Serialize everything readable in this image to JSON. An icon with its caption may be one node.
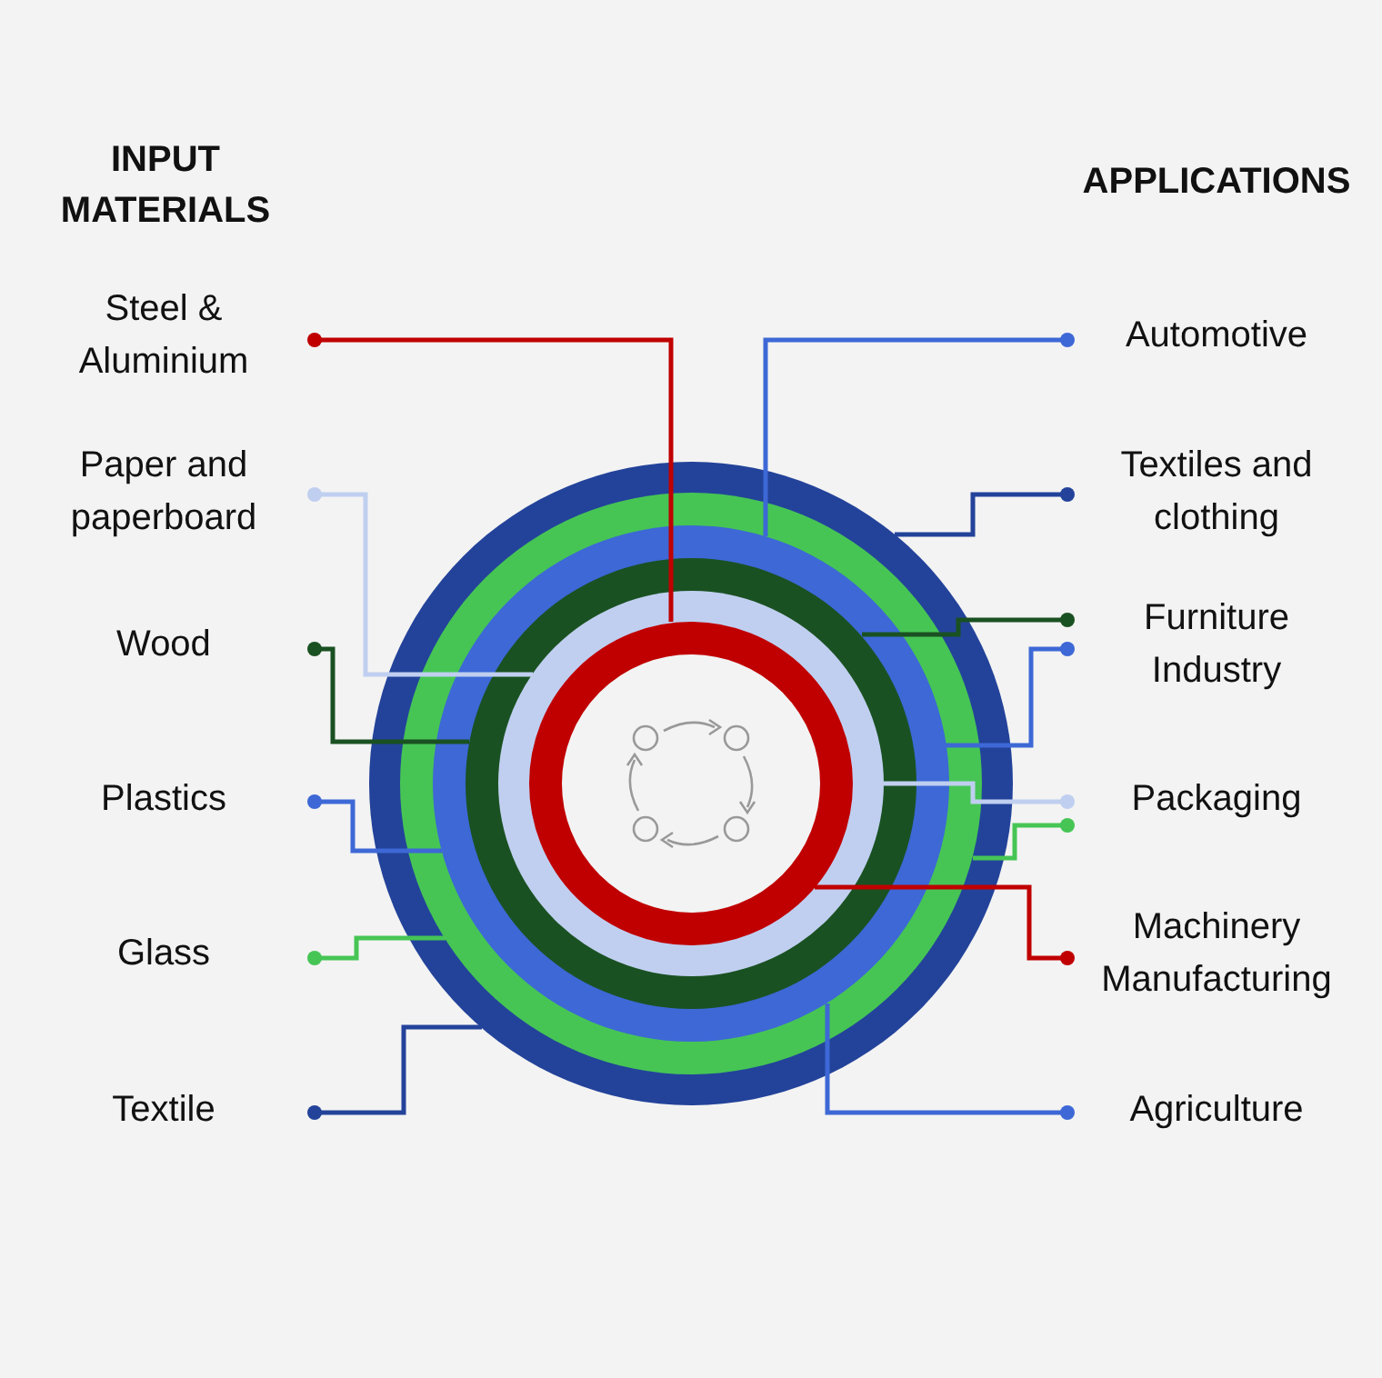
{
  "diagram": {
    "nodes": [
      {
        "text": [
          "Steel & Aluminium"
        ]
      },
      {
        "text": [
          "Paper and paperboard"
        ]
      },
      {
        "text": [
          "Wood"
        ]
      },
      {
        "text": [
          "Plastics"
        ]
      },
      {
        "text": [
          "Glass"
        ]
      },
      {
        "text": [
          "Textile"
        ]
      },
      {
        "text": [
          "Automotive"
        ]
      },
      {
        "text": [
          "Textiles and clothing"
        ]
      },
      {
        "text": [
          "Furniture Industry"
        ]
      },
      {
        "text": [
          "Packaging"
        ]
      },
      {
        "text": [
          "Machinery Manufacturing"
        ]
      },
      {
        "text": [
          "Agriculture"
        ]
      },
      {
        "text": [],
        "shape": "circle"
      },
      {
        "text": [],
        "shape": "circle",
        "in": 12
      },
      {
        "text": [],
        "shape": "circle",
        "in": 13
      },
      {
        "text": [],
        "shape": "circle",
        "in": 14
      },
      {
        "text": [],
        "shape": "circle",
        "in": 15
      },
      {
        "text": [],
        "shape": "circle",
        "in": 16
      }
    ],
    "edges": [
      {
        "from": 0,
        "to": 17,
        "arrow": "other",
        "color": "#c00000"
      },
      {
        "from": 1,
        "to": 16,
        "arrow": "other",
        "color": "#c0cff0"
      },
      {
        "from": 2,
        "to": 15,
        "arrow": "other",
        "color": "#1a5122"
      },
      {
        "from": 3,
        "to": 14,
        "arrow": "other",
        "color": "#3d68d6"
      },
      {
        "from": 4,
        "to": 13,
        "arrow": "other",
        "color": "#46c555"
      },
      {
        "from": 5,
        "to": 12,
        "arrow": "other",
        "color": "#23439a"
      },
      {
        "from": 6,
        "to": 14,
        "arrow": "other",
        "color": "#3d68d6"
      },
      {
        "from": 7,
        "to": 12,
        "arrow": "other",
        "color": "#23439a"
      },
      {
        "from": 8,
        "to": 15,
        "arrow": "other",
        "color": "#1a5122"
      },
      {
        "from": 8,
        "to": 14,
        "arrow": "other",
        "color": "#3d68d6"
      },
      {
        "from": 9,
        "to": 16,
        "arrow": "other",
        "color": "#c0cff0"
      },
      {
        "from": 9,
        "to": 13,
        "arrow": "other",
        "color": "#46c555"
      },
      {
        "from": 10,
        "to": 17,
        "arrow": "other",
        "color": "#c00000"
      },
      {
        "from": 11,
        "to": 14,
        "arrow": "other",
        "color": "#3d68d6"
      }
    ],
    "labels": [
      "INPUT MATERIALS",
      "APPLICATIONS"
    ]
  }
}
